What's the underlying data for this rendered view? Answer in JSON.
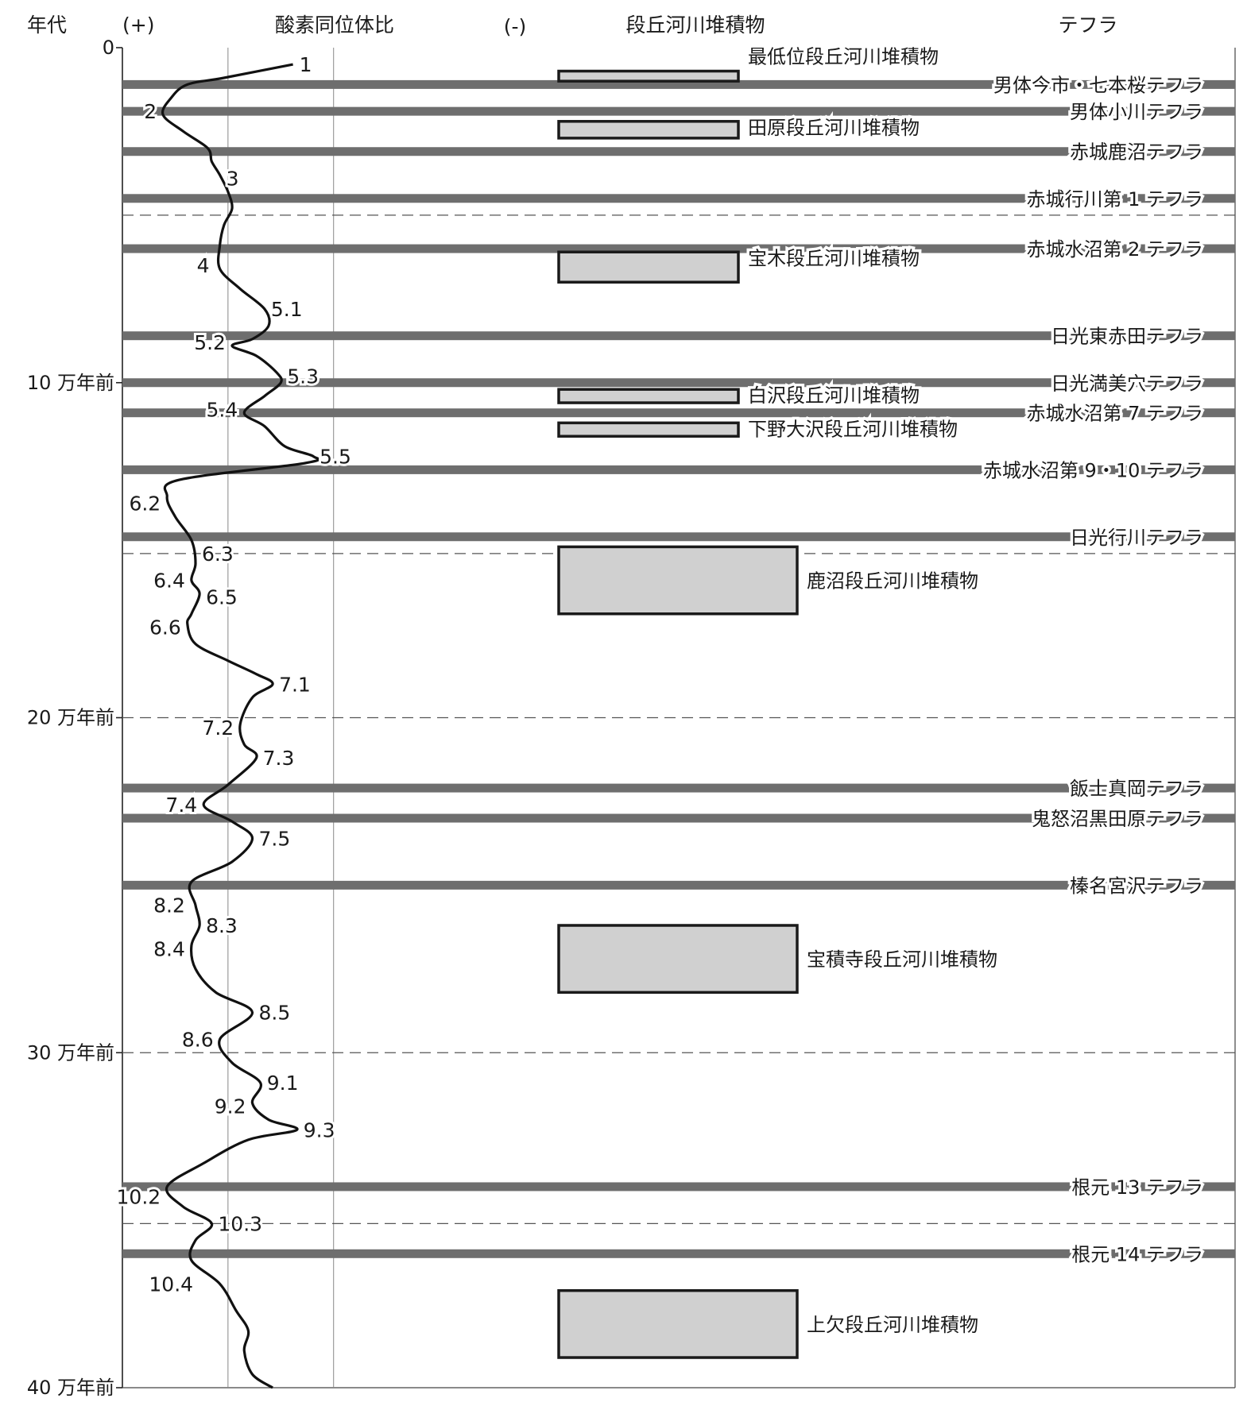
{
  "chart_data": {
    "type": "line",
    "headers": {
      "age": "年代",
      "plus": "(+)",
      "isotope": "酸素同位体比",
      "minus": "(-)",
      "terraces": "段丘河川堆積物",
      "tephra": "テフラ"
    },
    "y_axis": {
      "range": [
        0,
        40
      ],
      "ticks": [
        {
          "value": 0,
          "label": "0"
        },
        {
          "value": 10,
          "label": "10 万年前"
        },
        {
          "value": 20,
          "label": "20 万年前"
        },
        {
          "value": 30,
          "label": "30 万年前"
        },
        {
          "value": 40,
          "label": "40 万年前"
        }
      ]
    },
    "x_range": [
      0,
      10
    ],
    "grid_vertical": [
      2.6,
      5.2
    ],
    "dashed_levels": [
      5.0,
      15.1,
      20.0,
      30.0,
      35.1
    ],
    "curve": [
      {
        "age": 0.5,
        "v": 4.2
      },
      {
        "age": 0.9,
        "v": 2.5
      },
      {
        "age": 1.1,
        "v": 1.6
      },
      {
        "age": 1.5,
        "v": 1.2
      },
      {
        "age": 2.0,
        "v": 1.0
      },
      {
        "age": 2.5,
        "v": 1.5
      },
      {
        "age": 3.0,
        "v": 2.1
      },
      {
        "age": 3.4,
        "v": 2.2
      },
      {
        "age": 3.8,
        "v": 2.4
      },
      {
        "age": 4.3,
        "v": 2.6
      },
      {
        "age": 4.8,
        "v": 2.7
      },
      {
        "age": 5.3,
        "v": 2.5
      },
      {
        "age": 5.9,
        "v": 2.4
      },
      {
        "age": 6.6,
        "v": 2.4
      },
      {
        "age": 7.2,
        "v": 2.9
      },
      {
        "age": 7.8,
        "v": 3.5
      },
      {
        "age": 8.3,
        "v": 3.6
      },
      {
        "age": 8.7,
        "v": 3.2
      },
      {
        "age": 8.9,
        "v": 2.7
      },
      {
        "age": 9.2,
        "v": 3.3
      },
      {
        "age": 9.7,
        "v": 3.8
      },
      {
        "age": 10.0,
        "v": 3.9
      },
      {
        "age": 10.4,
        "v": 3.5
      },
      {
        "age": 10.9,
        "v": 3.0
      },
      {
        "age": 11.3,
        "v": 3.5
      },
      {
        "age": 11.9,
        "v": 4.0
      },
      {
        "age": 12.2,
        "v": 4.7
      },
      {
        "age": 12.4,
        "v": 4.5
      },
      {
        "age": 12.9,
        "v": 1.4
      },
      {
        "age": 13.4,
        "v": 1.1
      },
      {
        "age": 14.0,
        "v": 1.3
      },
      {
        "age": 14.7,
        "v": 1.7
      },
      {
        "age": 15.4,
        "v": 1.8
      },
      {
        "age": 15.9,
        "v": 1.7
      },
      {
        "age": 16.3,
        "v": 1.9
      },
      {
        "age": 16.9,
        "v": 1.7
      },
      {
        "age": 17.2,
        "v": 1.6
      },
      {
        "age": 17.8,
        "v": 1.8
      },
      {
        "age": 18.3,
        "v": 2.6
      },
      {
        "age": 18.7,
        "v": 3.3
      },
      {
        "age": 19.0,
        "v": 3.7
      },
      {
        "age": 19.4,
        "v": 3.2
      },
      {
        "age": 20.2,
        "v": 2.9
      },
      {
        "age": 20.8,
        "v": 3.0
      },
      {
        "age": 21.2,
        "v": 3.3
      },
      {
        "age": 22.0,
        "v": 2.6
      },
      {
        "age": 22.6,
        "v": 2.0
      },
      {
        "age": 23.1,
        "v": 2.7
      },
      {
        "age": 23.6,
        "v": 3.2
      },
      {
        "age": 24.3,
        "v": 2.7
      },
      {
        "age": 24.9,
        "v": 1.7
      },
      {
        "age": 25.6,
        "v": 1.8
      },
      {
        "age": 26.2,
        "v": 1.9
      },
      {
        "age": 26.8,
        "v": 1.7
      },
      {
        "age": 27.5,
        "v": 1.8
      },
      {
        "age": 28.2,
        "v": 2.3
      },
      {
        "age": 28.8,
        "v": 3.2
      },
      {
        "age": 29.6,
        "v": 2.4
      },
      {
        "age": 30.3,
        "v": 2.7
      },
      {
        "age": 30.9,
        "v": 3.4
      },
      {
        "age": 31.5,
        "v": 3.2
      },
      {
        "age": 32.0,
        "v": 3.6
      },
      {
        "age": 32.3,
        "v": 4.3
      },
      {
        "age": 32.6,
        "v": 3.1
      },
      {
        "age": 33.3,
        "v": 2.0
      },
      {
        "age": 34.0,
        "v": 1.1
      },
      {
        "age": 34.6,
        "v": 1.5
      },
      {
        "age": 35.1,
        "v": 2.2
      },
      {
        "age": 35.6,
        "v": 1.8
      },
      {
        "age": 36.2,
        "v": 1.7
      },
      {
        "age": 36.9,
        "v": 2.4
      },
      {
        "age": 37.7,
        "v": 2.8
      },
      {
        "age": 38.3,
        "v": 3.1
      },
      {
        "age": 38.9,
        "v": 3.0
      },
      {
        "age": 39.6,
        "v": 3.2
      },
      {
        "age": 40.0,
        "v": 3.7
      }
    ],
    "stages": [
      {
        "label": "1",
        "age": 0.5,
        "v": 4.2,
        "side": "right"
      },
      {
        "label": "2",
        "age": 1.9,
        "v": 1.0,
        "side": "left"
      },
      {
        "label": "3",
        "age": 3.9,
        "v": 2.4,
        "side": "right"
      },
      {
        "label": "4",
        "age": 6.5,
        "v": 2.3,
        "side": "left"
      },
      {
        "label": "5.1",
        "age": 7.8,
        "v": 3.5,
        "side": "right"
      },
      {
        "label": "5.2",
        "age": 8.8,
        "v": 2.7,
        "side": "left"
      },
      {
        "label": "5.3",
        "age": 9.8,
        "v": 3.9,
        "side": "right"
      },
      {
        "label": "5.4",
        "age": 10.8,
        "v": 3.0,
        "side": "left"
      },
      {
        "label": "5.5",
        "age": 12.2,
        "v": 4.7,
        "side": "right"
      },
      {
        "label": "6.2",
        "age": 13.6,
        "v": 1.1,
        "side": "left"
      },
      {
        "label": "6.3",
        "age": 15.1,
        "v": 1.8,
        "side": "right"
      },
      {
        "label": "6.4",
        "age": 15.9,
        "v": 1.7,
        "side": "left"
      },
      {
        "label": "6.5",
        "age": 16.4,
        "v": 1.9,
        "side": "right"
      },
      {
        "label": "6.6",
        "age": 17.3,
        "v": 1.6,
        "side": "left"
      },
      {
        "label": "7.1",
        "age": 19.0,
        "v": 3.7,
        "side": "right"
      },
      {
        "label": "7.2",
        "age": 20.3,
        "v": 2.9,
        "side": "left"
      },
      {
        "label": "7.3",
        "age": 21.2,
        "v": 3.3,
        "side": "right"
      },
      {
        "label": "7.4",
        "age": 22.6,
        "v": 2.0,
        "side": "left"
      },
      {
        "label": "7.5",
        "age": 23.6,
        "v": 3.2,
        "side": "right"
      },
      {
        "label": "8.2",
        "age": 25.6,
        "v": 1.7,
        "side": "left"
      },
      {
        "label": "8.3",
        "age": 26.2,
        "v": 1.9,
        "side": "right"
      },
      {
        "label": "8.4",
        "age": 26.9,
        "v": 1.7,
        "side": "left"
      },
      {
        "label": "8.5",
        "age": 28.8,
        "v": 3.2,
        "side": "right"
      },
      {
        "label": "8.6",
        "age": 29.6,
        "v": 2.4,
        "side": "left"
      },
      {
        "label": "9.1",
        "age": 30.9,
        "v": 3.4,
        "side": "right"
      },
      {
        "label": "9.2",
        "age": 31.6,
        "v": 3.2,
        "side": "left"
      },
      {
        "label": "9.3",
        "age": 32.3,
        "v": 4.3,
        "side": "right"
      },
      {
        "label": "10.2",
        "age": 34.3,
        "v": 1.1,
        "side": "left"
      },
      {
        "label": "10.3",
        "age": 35.1,
        "v": 2.2,
        "side": "right"
      },
      {
        "label": "10.4",
        "age": 36.9,
        "v": 1.9,
        "side": "left"
      }
    ],
    "tephra": [
      {
        "name": "男体今市・七本桜テフラ",
        "age": 1.1
      },
      {
        "name": "男体小川テフラ",
        "age": 1.9
      },
      {
        "name": "赤城鹿沼テフラ",
        "age": 3.1
      },
      {
        "name": "赤城行川第 1 テフラ",
        "age": 4.5
      },
      {
        "name": "赤城水沼第 2 テフラ",
        "age": 6.0
      },
      {
        "name": "日光東赤田テフラ",
        "age": 8.6
      },
      {
        "name": "日光満美穴テフラ",
        "age": 10.0
      },
      {
        "name": "赤城水沼第 7 テフラ",
        "age": 10.9
      },
      {
        "name": "赤城水沼第 9・10 テフラ",
        "age": 12.6
      },
      {
        "name": "日光行川テフラ",
        "age": 14.6
      },
      {
        "name": "飯士真岡テフラ",
        "age": 22.1
      },
      {
        "name": "鬼怒沼黒田原テフラ",
        "age": 23.0
      },
      {
        "name": "榛名宮沢テフラ",
        "age": 25.0
      },
      {
        "name": "根元 13 テフラ",
        "age": 34.0
      },
      {
        "name": "根元 14 テフラ",
        "age": 36.0
      }
    ],
    "terraces": [
      {
        "name": "最低位段丘河川堆積物",
        "top": 0.7,
        "bottom": 1.0,
        "wide": false
      },
      {
        "name": "田原段丘河川堆積物",
        "top": 2.2,
        "bottom": 2.7,
        "wide": false
      },
      {
        "name": "宝木段丘河川堆積物",
        "top": 6.1,
        "bottom": 7.0,
        "wide": false
      },
      {
        "name": "白沢段丘河川堆積物",
        "top": 10.2,
        "bottom": 10.6,
        "wide": false
      },
      {
        "name": "下野大沢段丘河川堆積物",
        "top": 11.2,
        "bottom": 11.6,
        "wide": false
      },
      {
        "name": "鹿沼段丘河川堆積物",
        "top": 14.9,
        "bottom": 16.9,
        "wide": true
      },
      {
        "name": "宝積寺段丘河川堆積物",
        "top": 26.2,
        "bottom": 28.2,
        "wide": true
      },
      {
        "name": "上欠段丘河川堆積物",
        "top": 37.1,
        "bottom": 39.1,
        "wide": true
      }
    ]
  }
}
